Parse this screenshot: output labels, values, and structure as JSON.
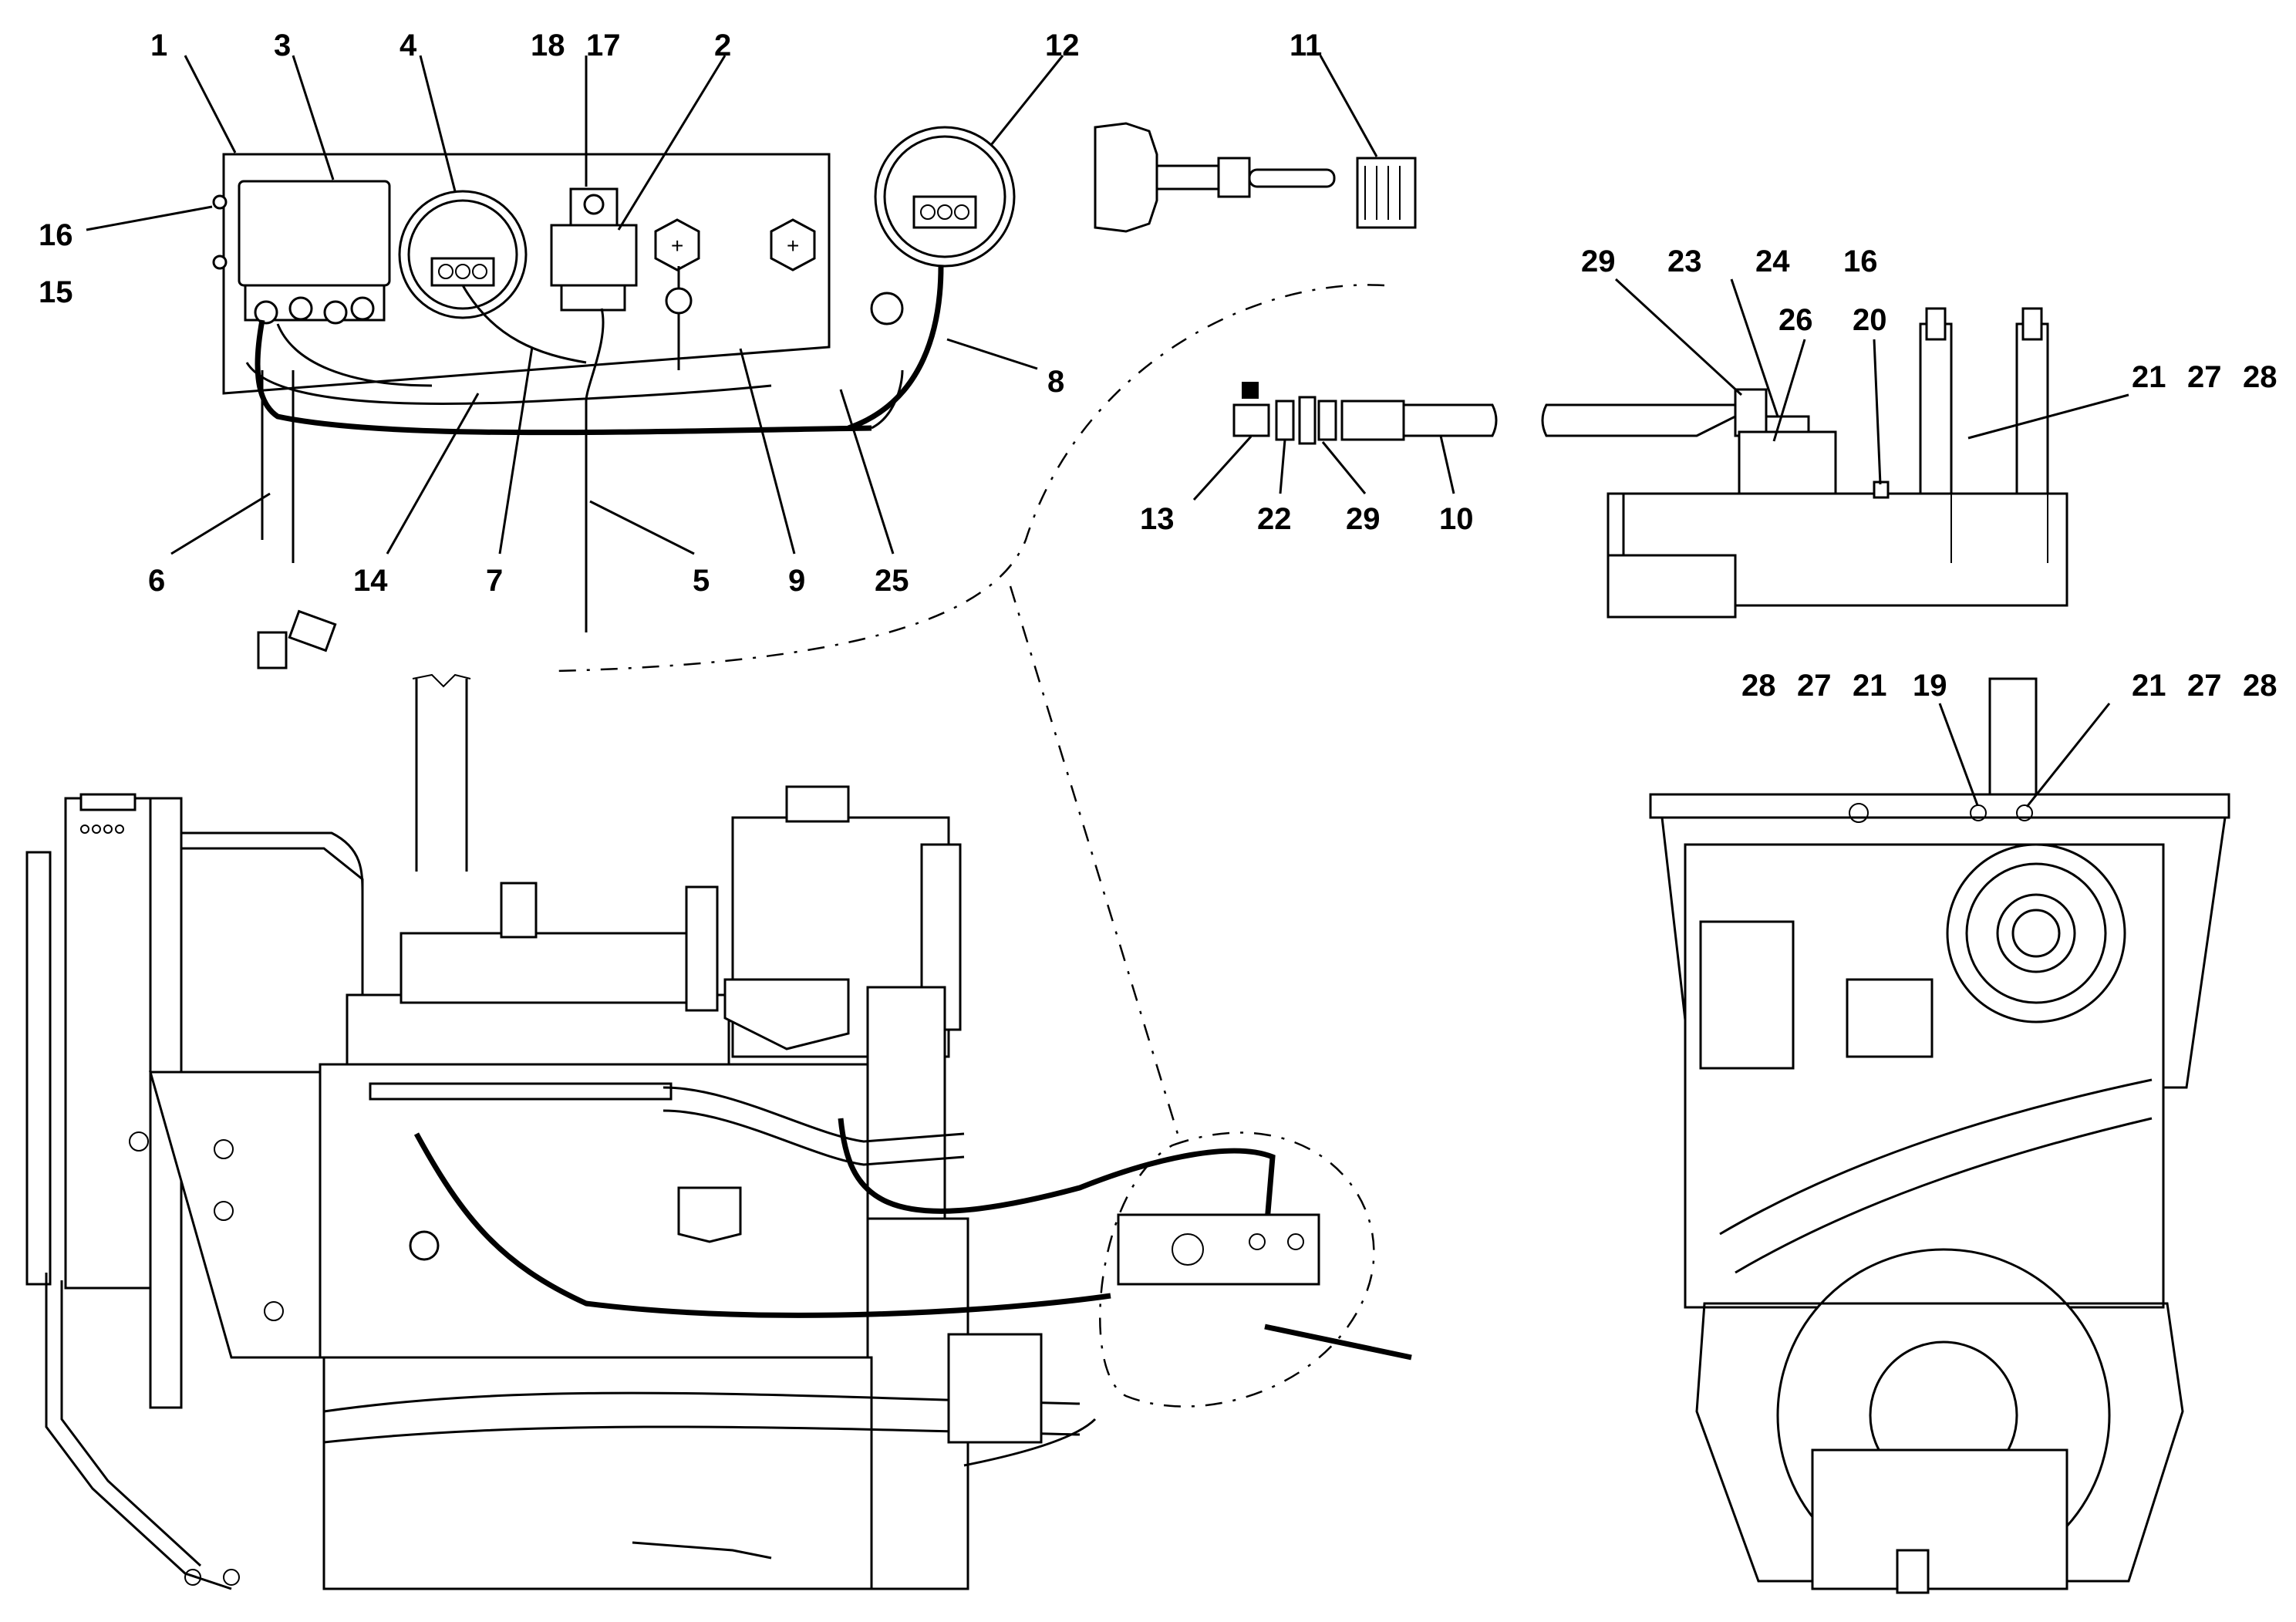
{
  "callouts": {
    "c1": "1",
    "c2": "2",
    "c3": "3",
    "c4": "4",
    "c5": "5",
    "c6": "6",
    "c7": "7",
    "c8": "8",
    "c9": "9",
    "c10": "10",
    "c11": "11",
    "c12": "12",
    "c13": "13",
    "c14": "14",
    "c15": "15",
    "c16a": "16",
    "c16b": "16",
    "c17": "17",
    "c18": "18",
    "c19": "19",
    "c20": "20",
    "c21a": "21",
    "c21b": "21",
    "c21c": "21",
    "c22": "22",
    "c23": "23",
    "c24": "24",
    "c25": "25",
    "c26": "26",
    "c27a": "27",
    "c27b": "27",
    "c27c": "27",
    "c28a": "28",
    "c28b": "28",
    "c28c": "28",
    "c29a": "29",
    "c29b": "29"
  },
  "panel_symbols": {
    "plus_a": "+",
    "plus_b": "+"
  }
}
